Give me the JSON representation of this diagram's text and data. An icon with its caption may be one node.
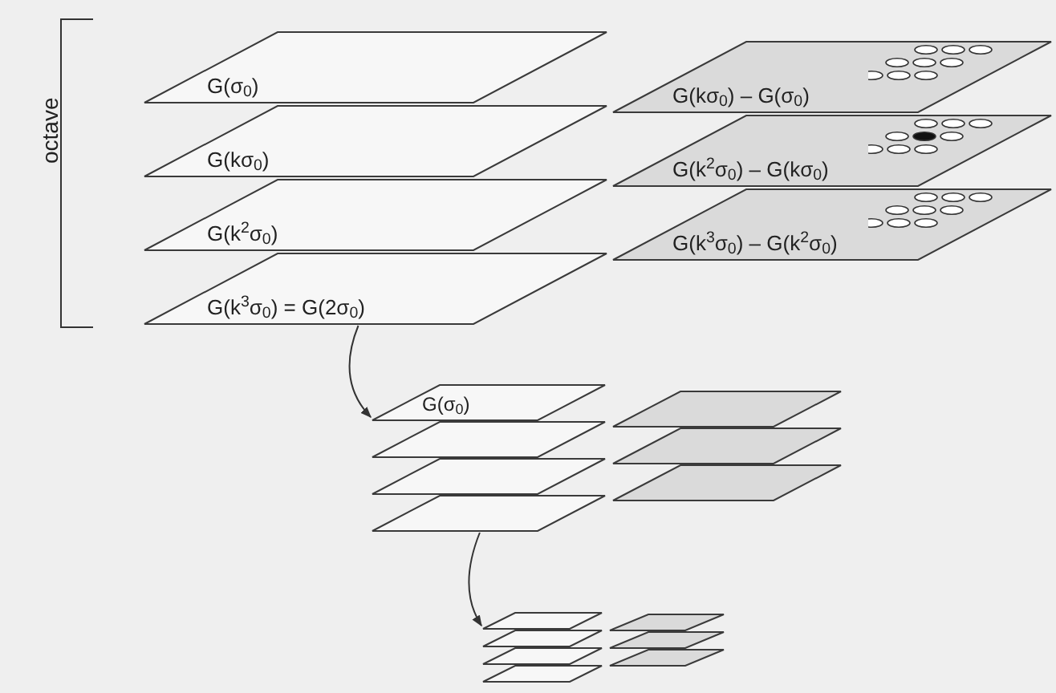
{
  "diagram": {
    "nodes": [
      {
        "text": [
          "G(σ$_{0}$)"
        ]
      },
      {
        "text": [
          "G(kσ$_{0}$)"
        ]
      },
      {
        "text": [
          "G(k$^{2}$σ$_{0}$)"
        ]
      },
      {
        "text": [
          "G(k$^{3}$σ$_{0}$) = G(2σ$_{0}$)"
        ]
      },
      {
        "text": [
          "G(kσ$_{0}$) – G(σ$_{0}$)"
        ]
      },
      {
        "text": [
          "G(k$^{2}$σ$_{0}$) – G(kσ$_{0}$)"
        ]
      },
      {
        "text": [
          "G(k$^{3}$σ$_{0}$) – G(k$^{2}$σ$_{0}$)"
        ]
      },
      {
        "text": [
          "G(σ$_{0}$)"
        ]
      },
      {
        "text": [],
        "shape": "parallelogram"
      },
      {
        "text": [],
        "shape": "parallelogram"
      },
      {
        "text": [],
        "shape": "parallelogram"
      },
      {
        "text": [],
        "shape": "parallelogram"
      },
      {
        "text": [],
        "shape": "parallelogram"
      },
      {
        "text": [],
        "shape": "parallelogram"
      },
      {
        "text": [],
        "shape": "parallelogram"
      },
      {
        "text": [],
        "shape": "parallelogram"
      },
      {
        "text": [],
        "shape": "parallelogram"
      },
      {
        "text": [],
        "shape": "parallelogram"
      },
      {
        "text": [],
        "shape": "parallelogram"
      },
      {
        "text": [],
        "shape": "parallelogram"
      },
      {
        "text": [],
        "shape": "parallelogram"
      }
    ],
    "edges": [
      {
        "from": 3,
        "to": 7,
        "arrow": "to"
      },
      {
        "from": 10,
        "to": 14,
        "arrow": "to"
      }
    ],
    "labels": [
      "octave"
    ]
  }
}
